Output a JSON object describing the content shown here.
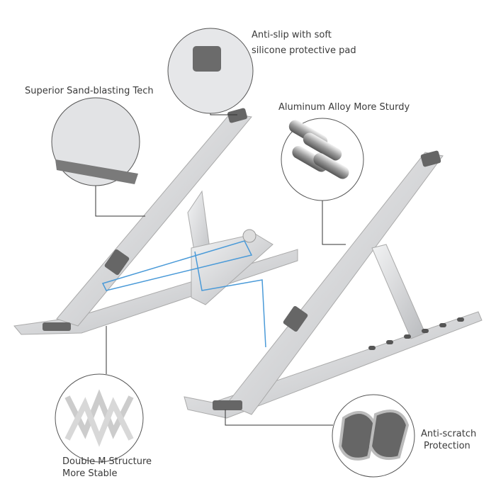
{
  "callouts": {
    "anti_slip": {
      "line1": "Anti-slip with soft",
      "line2": "silicone protective pad"
    },
    "sand_blasting": {
      "line1": "Superior Sand-blasting Tech"
    },
    "aluminum": {
      "line1": "Aluminum Alloy More Sturdy"
    },
    "double_m": {
      "line1": "Double M Structure",
      "line2": "More Stable"
    },
    "anti_scratch": {
      "line1": "Anti-scratch",
      "line2": "Protection"
    }
  },
  "colors": {
    "metal": "#d9dadc",
    "metal_dark": "#a9abae",
    "pad": "#6b6b6b",
    "hinge_highlight": "#4a9ad8",
    "leader": "#333333"
  }
}
